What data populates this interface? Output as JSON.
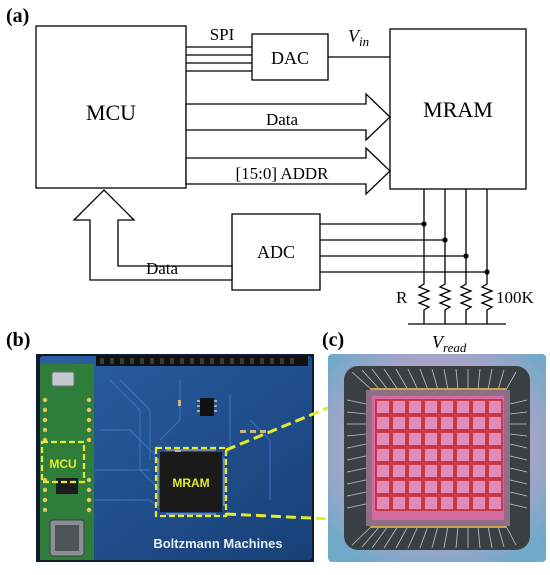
{
  "panel_labels": {
    "a": "(a)",
    "b": "(b)",
    "c": "(c)"
  },
  "diagram": {
    "mcu": "MCU",
    "dac": "DAC",
    "mram": "MRAM",
    "adc": "ADC",
    "spi": "SPI",
    "vin_main": "V",
    "vin_sub": "in",
    "data_bus": "Data",
    "addr_bus": "[15:0] ADDR",
    "adc_data": "Data",
    "resistor_left": "R",
    "resistor_right": "100K",
    "vread_main": "V",
    "vread_sub": "read"
  },
  "board": {
    "mcu_label": "MCU",
    "mram_label": "MRAM",
    "brand_text": "Boltzmann Machines"
  },
  "colors": {
    "board_blue": "#1f4f8f",
    "teensy_green": "#2f7d3a",
    "highlight_yellow": "#e5ea2a",
    "die_pink": "#d36aa0",
    "die_red": "#c8282f"
  }
}
